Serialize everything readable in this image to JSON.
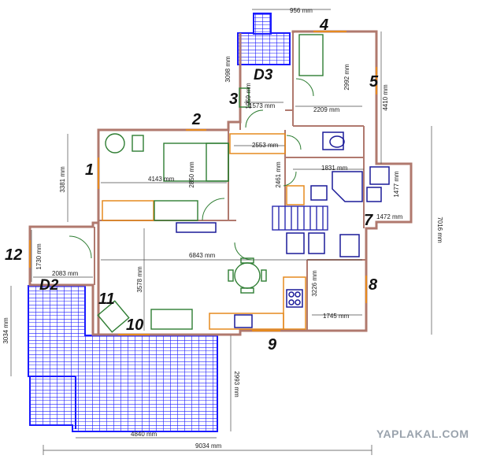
{
  "watermark": "YAPLAKAL.COM",
  "room_numbers": [
    "1",
    "2",
    "3",
    "4",
    "5",
    "7",
    "8",
    "9",
    "10",
    "11",
    "12"
  ],
  "deck_labels": [
    "D2",
    "D3"
  ],
  "dimensions": {
    "d956": "956 mm",
    "d3098": "3098 mm",
    "d1959": "1959 mm",
    "d1573": "1573 mm",
    "d2209": "2209 mm",
    "d2992": "2992 mm",
    "d4410": "4410 mm",
    "d2553": "2553 mm",
    "d3381": "3381 mm",
    "d4143": "4143 mm",
    "d2850": "2850 mm",
    "d2461": "2461 mm",
    "d1831": "1831 mm",
    "d1477": "1477 mm",
    "d1472": "1472 mm",
    "d7016": "7016 mm",
    "d6843": "6843 mm",
    "d1730": "1730 mm",
    "d2083": "2083 mm",
    "d3578": "3578 mm",
    "d3226": "3226 mm",
    "d1745": "1745 mm",
    "d3034": "3034 mm",
    "d2993": "2993 mm",
    "d4840": "4840 mm",
    "d9034": "9034 mm"
  },
  "colors": {
    "wall": "#b0796e",
    "dim_line": "#4a4a4a",
    "furniture": "#2e7d32",
    "deck": "#1a1aff",
    "counter": "#e58a1f",
    "stair": "#2a2ab0"
  }
}
